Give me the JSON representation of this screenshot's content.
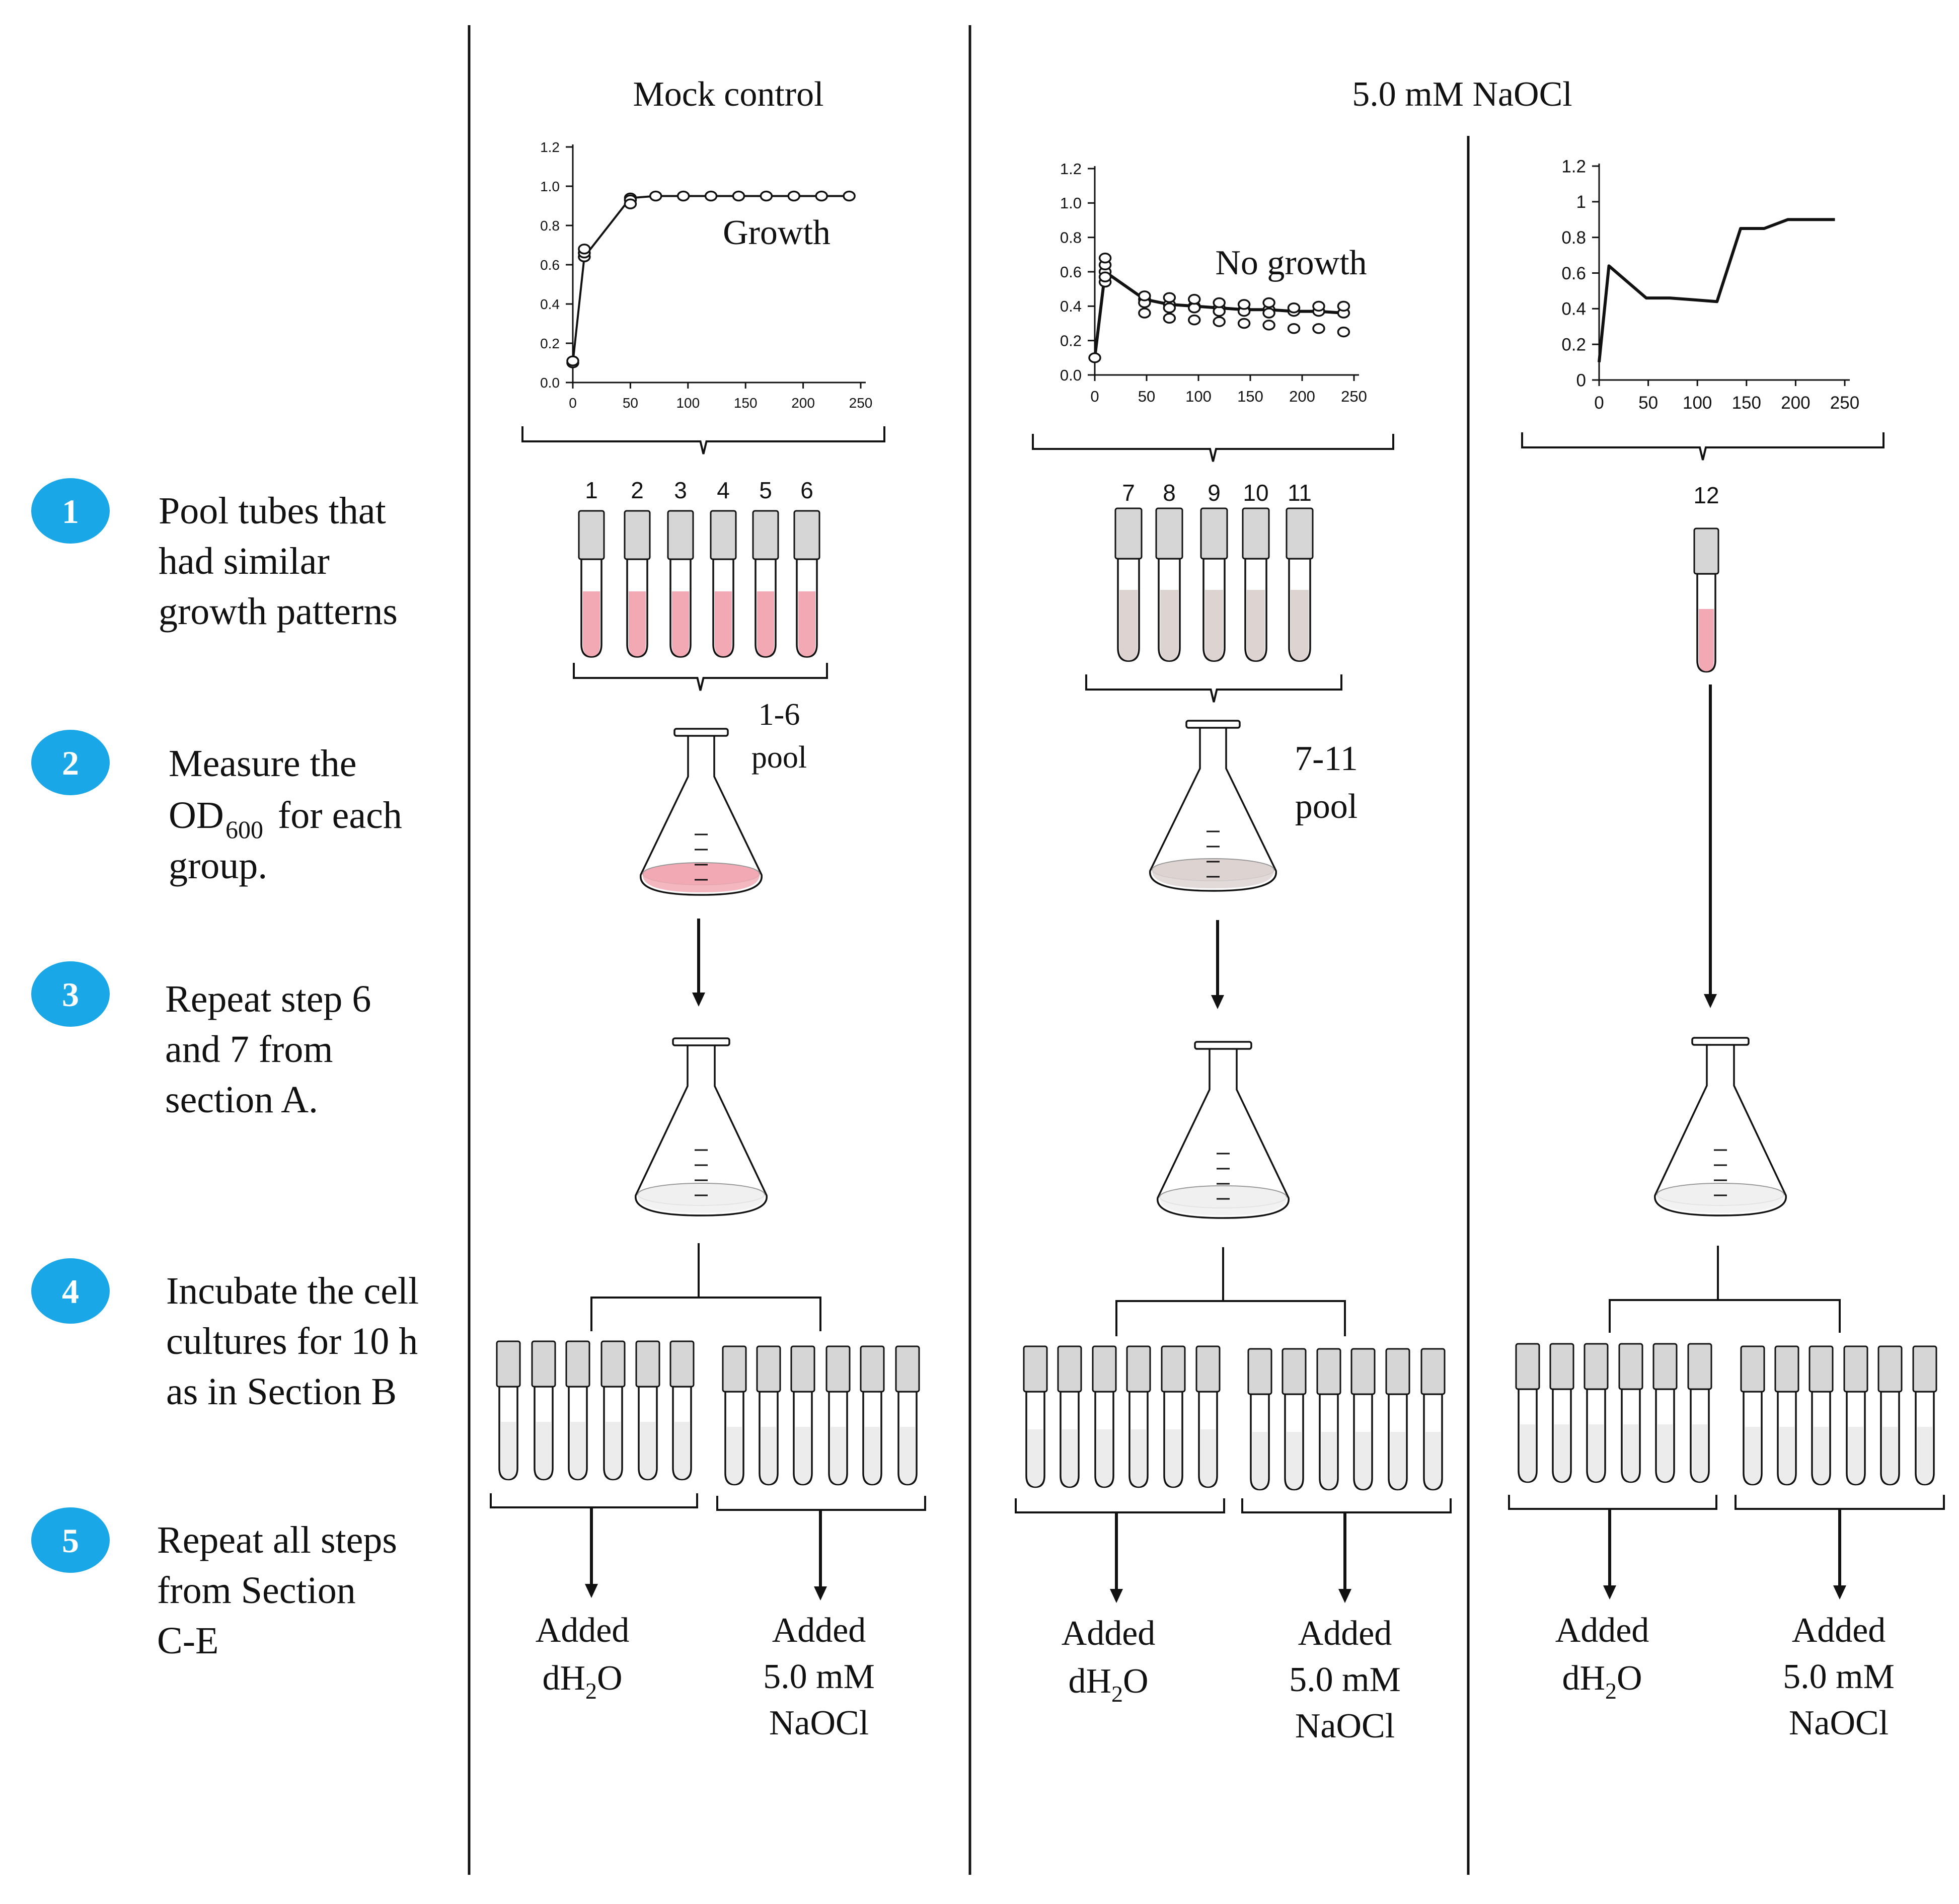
{
  "columns": [
    {
      "title": "Mock control"
    },
    {
      "title": "5.0 mM NaOCl"
    }
  ],
  "steps": [
    {
      "number": "1",
      "lines": [
        "Pool tubes that",
        "had similar",
        "growth patterns"
      ]
    },
    {
      "number": "2",
      "lines": [
        "Measure the",
        "OD",
        "600",
        "for each",
        "group."
      ]
    },
    {
      "number": "3",
      "lines": [
        "Repeat step 6",
        "and 7 from",
        "section A."
      ]
    },
    {
      "number": "4",
      "lines": [
        "Incubate the cell",
        "cultures for 10 h",
        "as in Section B"
      ]
    },
    {
      "number": "5",
      "lines": [
        "Repeat all steps",
        "from Section",
        "C-E"
      ]
    }
  ],
  "charts": {
    "mock": {
      "annotation": "Growth",
      "ytick_labels": [
        "0.0",
        "0.2",
        "0.4",
        "0.6",
        "0.8",
        "1.0",
        "1.2"
      ],
      "xtick_labels": [
        "0",
        "50",
        "100",
        "150",
        "200",
        "250"
      ]
    },
    "nogrowth": {
      "annotation": "No growth",
      "ytick_labels": [
        "0.0",
        "0.2",
        "0.4",
        "0.6",
        "0.8",
        "1.0",
        "1.2"
      ],
      "xtick_labels": [
        "0",
        "50",
        "100",
        "150",
        "200",
        "250"
      ]
    },
    "tube12": {
      "annotation": "",
      "ytick_labels": [
        "0",
        "0.2",
        "0.4",
        "0.6",
        "0.8",
        "1",
        "1.2"
      ],
      "xtick_labels": [
        "0",
        "50",
        "100",
        "150",
        "200",
        "250"
      ]
    }
  },
  "chart_data": [
    {
      "type": "line",
      "title": "",
      "xlabel": "",
      "ylabel": "",
      "xlim": [
        0,
        250
      ],
      "ylim": [
        0,
        1.2
      ],
      "annotation": "Growth",
      "series": [
        {
          "x": [
            0,
            10,
            50,
            72,
            96,
            120,
            144,
            168,
            192,
            216,
            240
          ],
          "y": [
            0.1,
            0.64,
            0.94,
            0.95,
            0.95,
            0.95,
            0.95,
            0.95,
            0.95,
            0.95,
            0.95
          ]
        }
      ],
      "markers_extra": {
        "x": [
          0,
          10,
          10,
          50,
          50
        ],
        "y": [
          0.11,
          0.66,
          0.68,
          0.93,
          0.91
        ]
      }
    },
    {
      "type": "line",
      "title": "",
      "xlabel": "",
      "ylabel": "",
      "xlim": [
        0,
        250
      ],
      "ylim": [
        0,
        1.2
      ],
      "annotation": "No growth",
      "series": [
        {
          "x": [
            0,
            10,
            48,
            72,
            96,
            120,
            144,
            168,
            192,
            216,
            240
          ],
          "y": [
            0.1,
            0.6,
            0.44,
            0.41,
            0.4,
            0.39,
            0.38,
            0.38,
            0.37,
            0.37,
            0.36
          ]
        }
      ],
      "markers_extra": {
        "x": [
          10,
          10,
          10,
          10,
          48,
          48,
          48,
          72,
          72,
          72,
          96,
          96,
          96,
          120,
          120,
          120,
          144,
          144,
          144,
          168,
          168,
          168,
          192,
          192,
          216,
          216,
          240,
          240
        ],
        "y": [
          0.54,
          0.57,
          0.64,
          0.68,
          0.36,
          0.42,
          0.46,
          0.33,
          0.39,
          0.45,
          0.32,
          0.39,
          0.44,
          0.31,
          0.37,
          0.42,
          0.3,
          0.37,
          0.41,
          0.29,
          0.36,
          0.42,
          0.27,
          0.39,
          0.27,
          0.4,
          0.25,
          0.4
        ]
      }
    },
    {
      "type": "line",
      "title": "",
      "xlabel": "",
      "ylabel": "",
      "xlim": [
        0,
        250
      ],
      "ylim": [
        0,
        1.2
      ],
      "series": [
        {
          "x": [
            0,
            10,
            48,
            72,
            96,
            120,
            144,
            168,
            192,
            216,
            240
          ],
          "y": [
            0.1,
            0.64,
            0.46,
            0.46,
            0.45,
            0.44,
            0.85,
            0.85,
            0.9,
            0.9,
            0.9
          ]
        }
      ]
    }
  ],
  "tubes": {
    "mock": [
      "1",
      "2",
      "3",
      "4",
      "5",
      "6"
    ],
    "nogrowth": [
      "7",
      "8",
      "9",
      "10",
      "11"
    ],
    "single": [
      "12"
    ]
  },
  "pools": {
    "mock": [
      "1-6",
      "pool"
    ],
    "nogrowth": [
      "7-11",
      "pool"
    ]
  },
  "outcomes": {
    "water": [
      "Added",
      "dH",
      "2",
      "O"
    ],
    "naocl": [
      "Added",
      "5.0 mM",
      "NaOCl"
    ]
  },
  "colors": {
    "step_circle": "#1aa7e8",
    "pink_culture": "#f2a9b4",
    "grey_culture": "#ddd3d1",
    "clear_culture": "#ececec",
    "cap_fill": "#d6d6d6"
  }
}
